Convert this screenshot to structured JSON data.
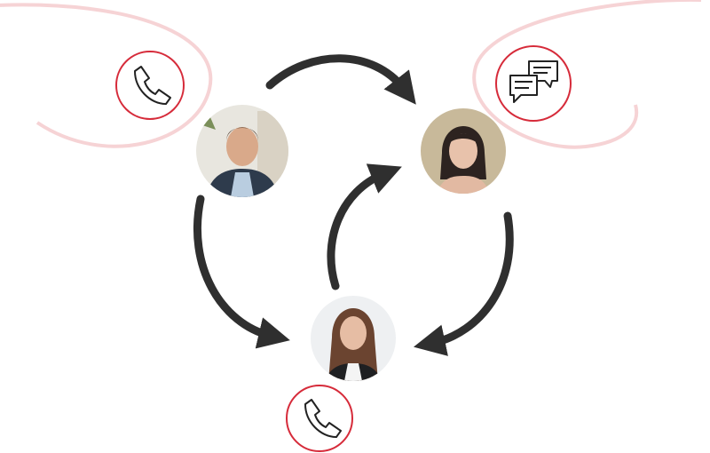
{
  "diagram": {
    "description_nodes": [
      "caller-man",
      "receiver-woman-top",
      "receiver-woman-bottom"
    ],
    "icons": [
      "phone-icon",
      "chat-bubbles-icon",
      "phone-icon"
    ],
    "colors": {
      "arrow": "#2f2f2f",
      "icon_ring": "#d62b3a",
      "swoosh": "#f6d3d5"
    }
  }
}
